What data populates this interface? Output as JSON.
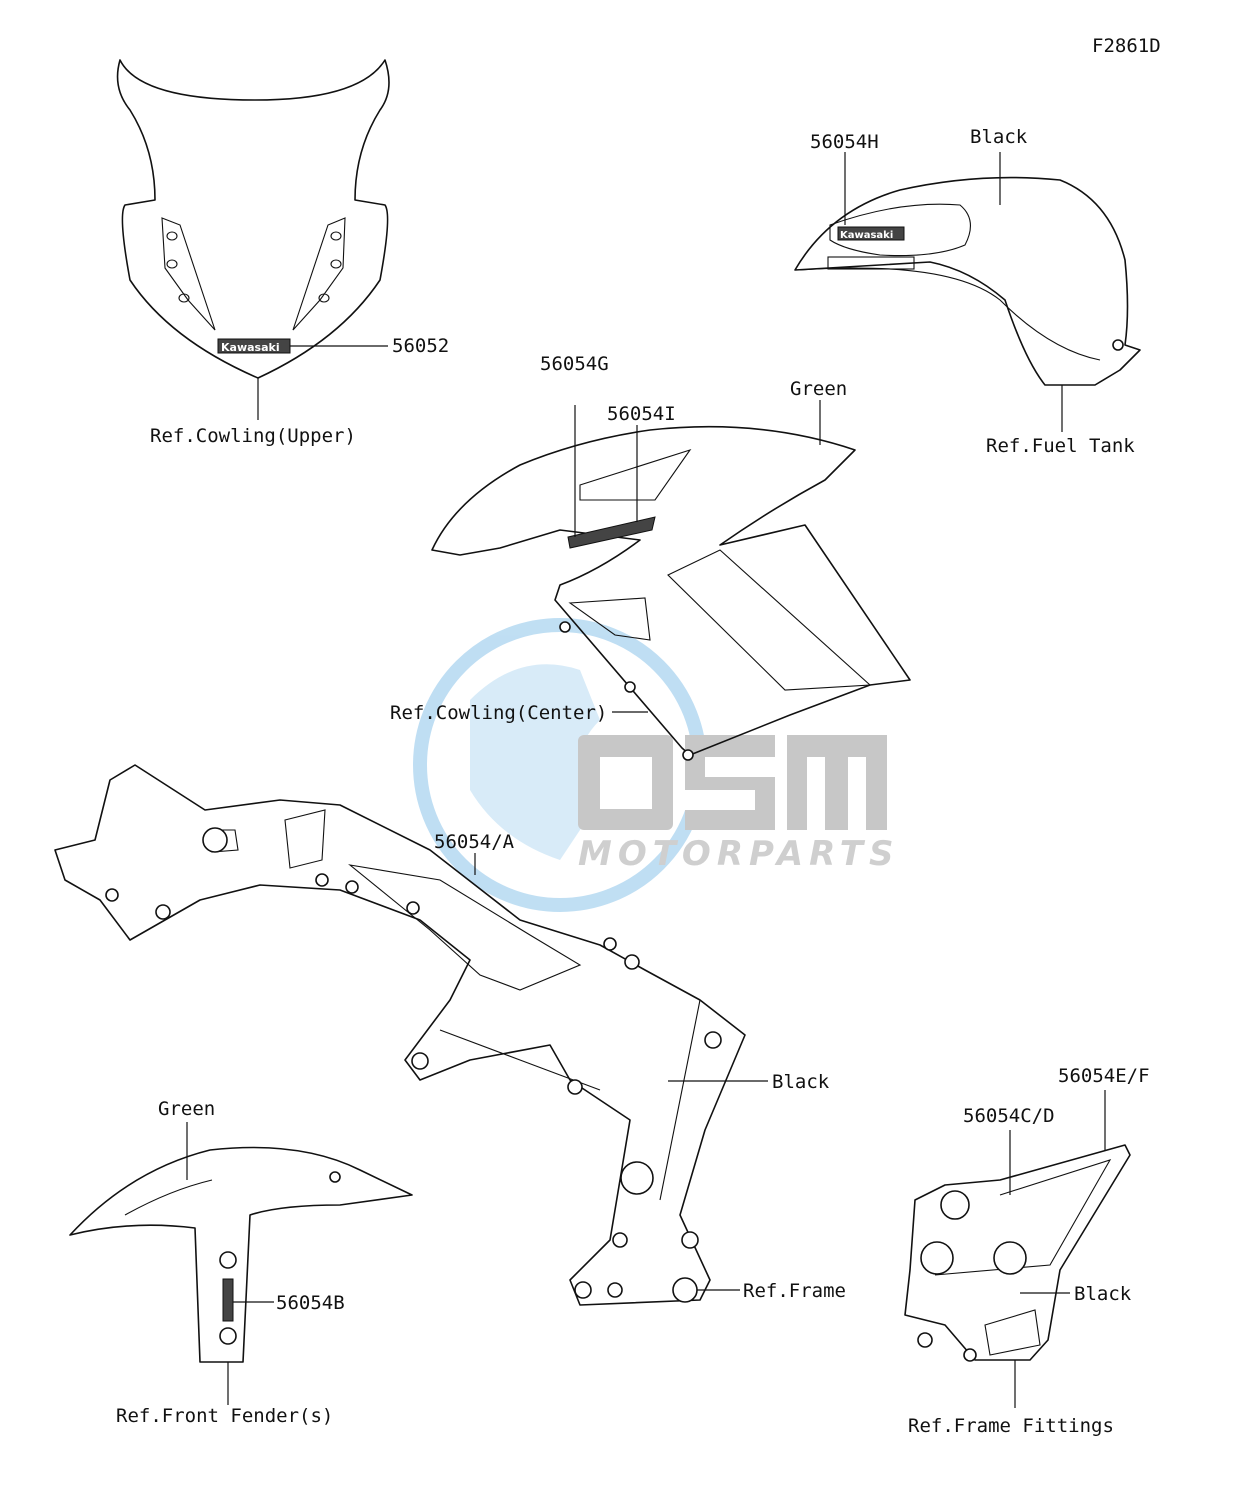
{
  "diagram_code": "F2861D",
  "watermark": {
    "brand": "OSM",
    "sub": "MOTORPARTS",
    "color": "#4aa3df"
  },
  "labels": {
    "cowling_upper_part": "56052",
    "cowling_upper_ref": "Ref.Cowling(Upper)",
    "fuel_tank_part": "56054H",
    "fuel_tank_color": "Black",
    "fuel_tank_ref": "Ref.Fuel Tank",
    "center_part_g": "56054G",
    "center_part_i": "56054I",
    "center_color": "Green",
    "center_ref": "Ref.Cowling(Center)",
    "frame_part": "56054/A",
    "frame_color": "Black",
    "frame_ref": "Ref.Frame",
    "fender_color": "Green",
    "fender_part": "56054B",
    "fender_ref": "Ref.Front Fender(s)",
    "fittings_part_ef": "56054E/F",
    "fittings_part_cd": "56054C/D",
    "fittings_color": "Black",
    "fittings_ref": "Ref.Frame Fittings"
  },
  "logo_text": "Kawasaki"
}
